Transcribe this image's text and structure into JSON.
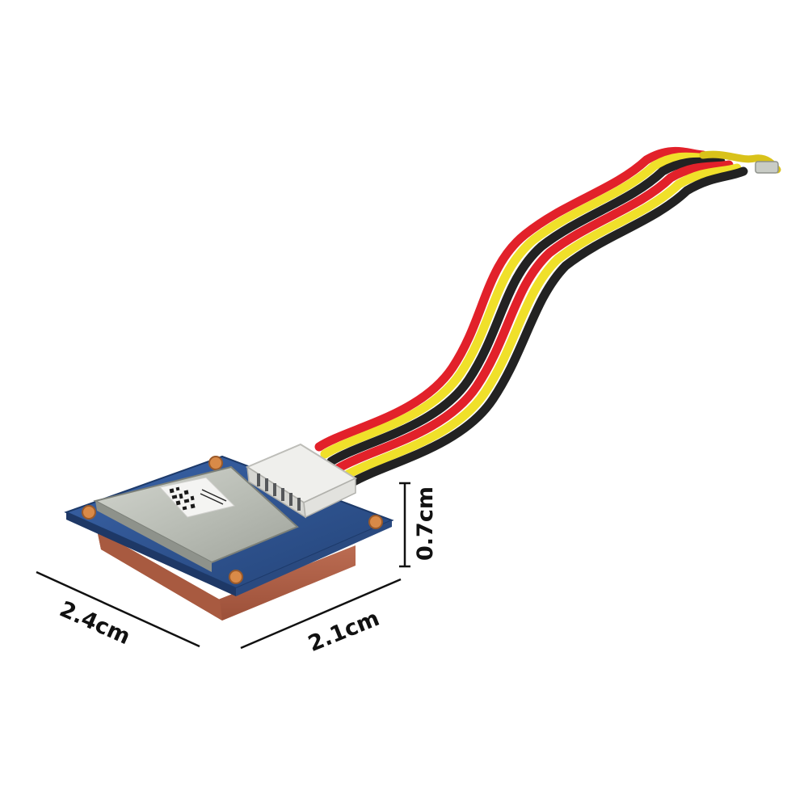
{
  "product": {
    "dimensions": {
      "length_label": "2.4cm",
      "width_label": "2.1cm",
      "height_label": "0.7cm"
    },
    "colors": {
      "background": "#ffffff",
      "pcb": "#2b4f8e",
      "shield": "#b9bdb6",
      "antenna": "#b2634a",
      "wire_red": "#e2212a",
      "wire_yellow": "#f0e02a",
      "wire_black": "#222222",
      "connector": "#e9e9e6"
    }
  }
}
